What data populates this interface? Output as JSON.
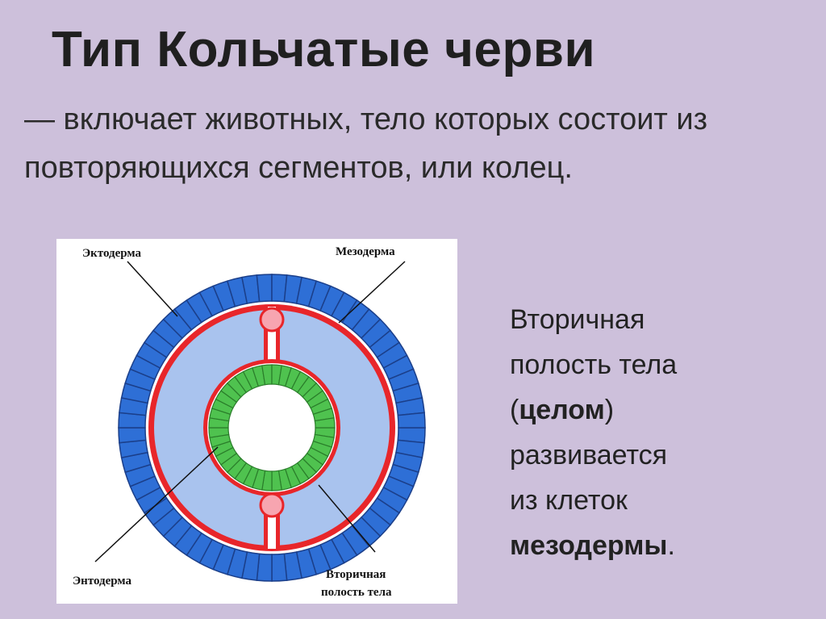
{
  "slide": {
    "title": "Тип Кольчатые черви",
    "intro": "— включает животных, тело которых состоит из повторяющихся сегментов, или колец.",
    "side_text": {
      "line1": "Вторичная",
      "line2": "полость тела",
      "line3_open": "(",
      "line3_bold": "целом",
      "line3_close": ")",
      "line4": "развивается",
      "line5": "из клеток",
      "line6_bold": "мезодермы",
      "line6_end": "."
    }
  },
  "diagram": {
    "labels": {
      "ectoderm": "Эктодерма",
      "mesoderm": "Мезодерма",
      "endoderm": "Энтодерма",
      "coelom_line1": "Вторичная",
      "coelom_line2": "полость тела"
    },
    "colors": {
      "ectoderm_blue": "#2e6fd6",
      "cell_border": "#1b3f8a",
      "coelom_fill": "#a9c3ee",
      "mesoderm_red": "#e8262a",
      "endoderm_green": "#4fc24f",
      "mesentery_pink": "#f7a5b0"
    }
  }
}
